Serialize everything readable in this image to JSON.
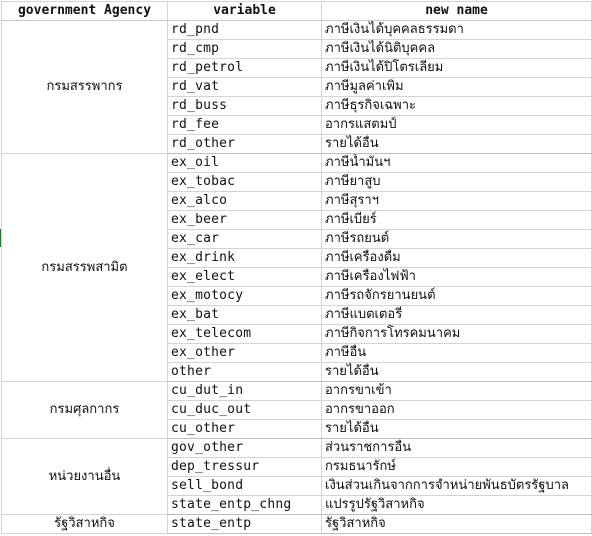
{
  "headers": {
    "agency": "government  Agency",
    "variable": "variable",
    "new_name": "new name"
  },
  "groups": [
    {
      "agency": "กรมสรรพากร",
      "rows": [
        {
          "variable": "rd_pnd",
          "new_name": "ภาษีเงินได้บุคคลธรรมดา"
        },
        {
          "variable": "rd_cmp",
          "new_name": "ภาษีเงินได้นิติบุคคล"
        },
        {
          "variable": "rd_petrol",
          "new_name": "ภาษีเงินได้ปิโตรเลียม"
        },
        {
          "variable": "rd_vat",
          "new_name": "ภาษีมูลค่าเพิ่ม"
        },
        {
          "variable": "rd_buss",
          "new_name": "ภาษีธุรกิจเฉพาะ"
        },
        {
          "variable": "rd_fee",
          "new_name": "อากรแสตมป์"
        },
        {
          "variable": "rd_other",
          "new_name": "รายได้อื่น"
        }
      ]
    },
    {
      "agency": "กรมสรรพสามิต",
      "rows": [
        {
          "variable": "ex_oil",
          "new_name": "ภาษีน้ำมันฯ"
        },
        {
          "variable": "ex_tobac",
          "new_name": "ภาษียาสูบ"
        },
        {
          "variable": "ex_alco",
          "new_name": "ภาษีสุราฯ"
        },
        {
          "variable": "ex_beer",
          "new_name": "ภาษีเบียร์"
        },
        {
          "variable": "ex_car",
          "new_name": "ภาษีรถยนต์"
        },
        {
          "variable": "ex_drink",
          "new_name": "ภาษีเครื่องดื่ม"
        },
        {
          "variable": "ex_elect",
          "new_name": "ภาษีเครื่องไฟฟ้า"
        },
        {
          "variable": "ex_motocy",
          "new_name": "ภาษีรถจักรยานยนต์"
        },
        {
          "variable": "ex_bat",
          "new_name": "ภาษีแบตเตอรี่"
        },
        {
          "variable": "ex_telecom",
          "new_name": "ภาษีกิจการโทรคมนาคม"
        },
        {
          "variable": "ex_other",
          "new_name": "ภาษีอื่น"
        },
        {
          "variable": "other",
          "new_name": "รายได้อื่น"
        }
      ]
    },
    {
      "agency": "กรมศุลกากร",
      "rows": [
        {
          "variable": "cu_dut_in",
          "new_name": "อากรขาเข้า"
        },
        {
          "variable": "cu_duc_out",
          "new_name": "อากรขาออก"
        },
        {
          "variable": "cu_other",
          "new_name": "รายได้อื่น"
        }
      ]
    },
    {
      "agency": "หน่วยงานอื่น",
      "rows": [
        {
          "variable": "gov_other",
          "new_name": "ส่วนราชการอื่น"
        },
        {
          "variable": "dep_tressur",
          "new_name": "กรมธนารักษ์"
        },
        {
          "variable": "sell_bond",
          "new_name": "เงินส่วนเกินจากการจำหน่ายพันธบัตรรัฐบาล"
        },
        {
          "variable": "state_entp_chng",
          "new_name": "แปรรูปรัฐวิสาหกิจ"
        }
      ]
    },
    {
      "agency": "รัฐวิสาหกิจ",
      "rows": [
        {
          "variable": "state_entp",
          "new_name": "รัฐวิสาหกิจ"
        }
      ]
    }
  ]
}
